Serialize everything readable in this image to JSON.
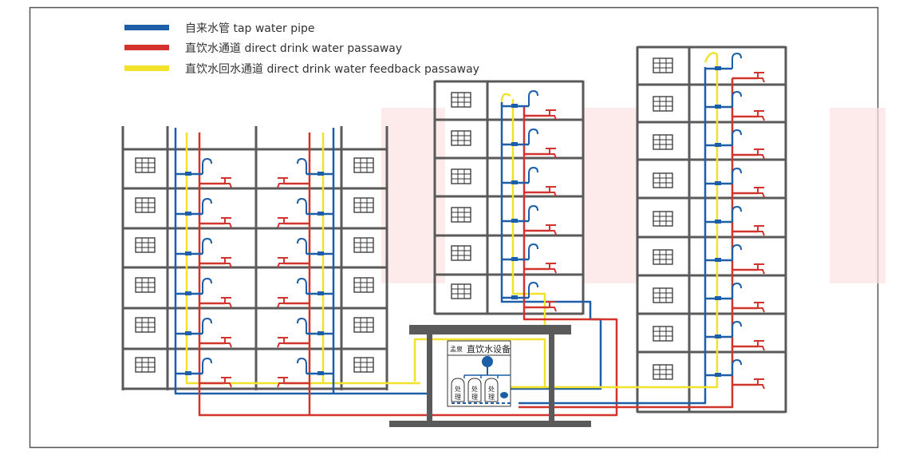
{
  "legend": {
    "items": [
      {
        "label": "自来水管  tap water pipe",
        "color": "#1c5fa8"
      },
      {
        "label": "直饮水通道   direct drink water passaway",
        "color": "#d3332d"
      },
      {
        "label": "直饮水回水通道   direct drink water feedback passaway",
        "color": "#f2e32a"
      }
    ]
  },
  "equipment": {
    "title": "直饮水设备",
    "logo_text": "孟泉",
    "unit_label_top": "处",
    "unit_label_bottom": "理"
  },
  "colors": {
    "frame": "#555555",
    "building": "#5a5a5a",
    "tap": "#1c5fa8",
    "direct": "#d3332d",
    "feedback": "#f2e32a"
  },
  "icons": [
    "window-icon",
    "faucet-icon",
    "valve-icon",
    "pump-icon"
  ]
}
